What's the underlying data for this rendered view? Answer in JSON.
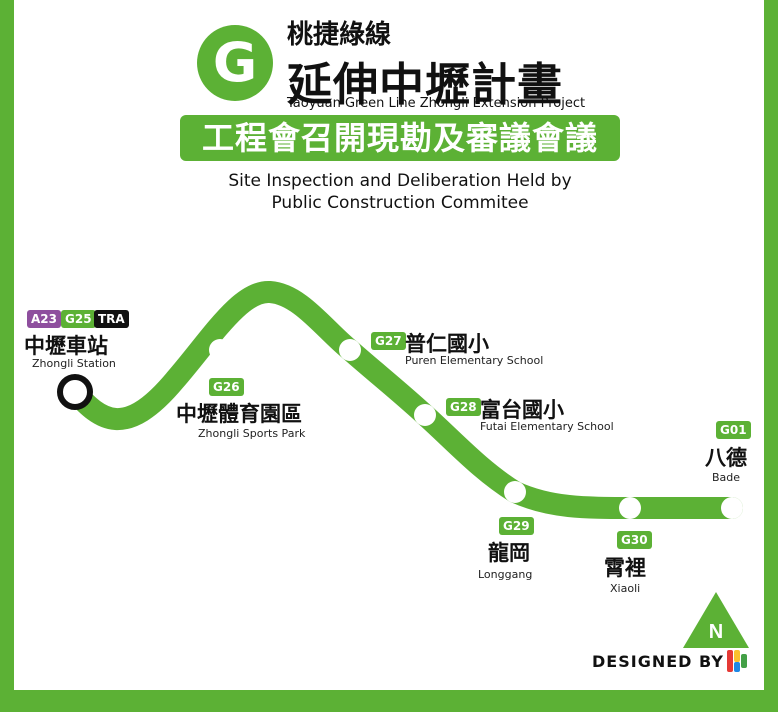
{
  "header": {
    "logo_letter": "G",
    "title_small": "桃捷綠線",
    "title_big": "延伸中壢計畫",
    "title_en": "Taoyuan Green Line Zhongli Extension Project",
    "banner": "工程會召開現勘及審議會議",
    "subtitle_line1": "Site Inspection and Deliberation Held by",
    "subtitle_line2": "Public Construction Commitee"
  },
  "stations": {
    "zhongli": {
      "codes": [
        "A23",
        "G25",
        "TRA"
      ],
      "name_zh": "中壢車站",
      "name_en": "Zhongli Station"
    },
    "g26": {
      "code": "G26",
      "name_zh": "中壢體育園區",
      "name_en": "Zhongli Sports Park"
    },
    "g27": {
      "code": "G27",
      "name_zh": "普仁國小",
      "name_en": "Puren Elementary School"
    },
    "g28": {
      "code": "G28",
      "name_zh": "富台國小",
      "name_en": "Futai Elementary School"
    },
    "g29": {
      "code": "G29",
      "name_zh": "龍岡",
      "name_en": "Longgang"
    },
    "g30": {
      "code": "G30",
      "name_zh": "霄裡",
      "name_en": "Xiaoli"
    },
    "g01": {
      "code": "G01",
      "name_zh": "八德",
      "name_en": "Bade"
    }
  },
  "north_label": "N",
  "designed_by": "DESIGNED BY",
  "colors": {
    "green": "#5cb135",
    "purple": "#8e4f9e",
    "black": "#111111"
  }
}
